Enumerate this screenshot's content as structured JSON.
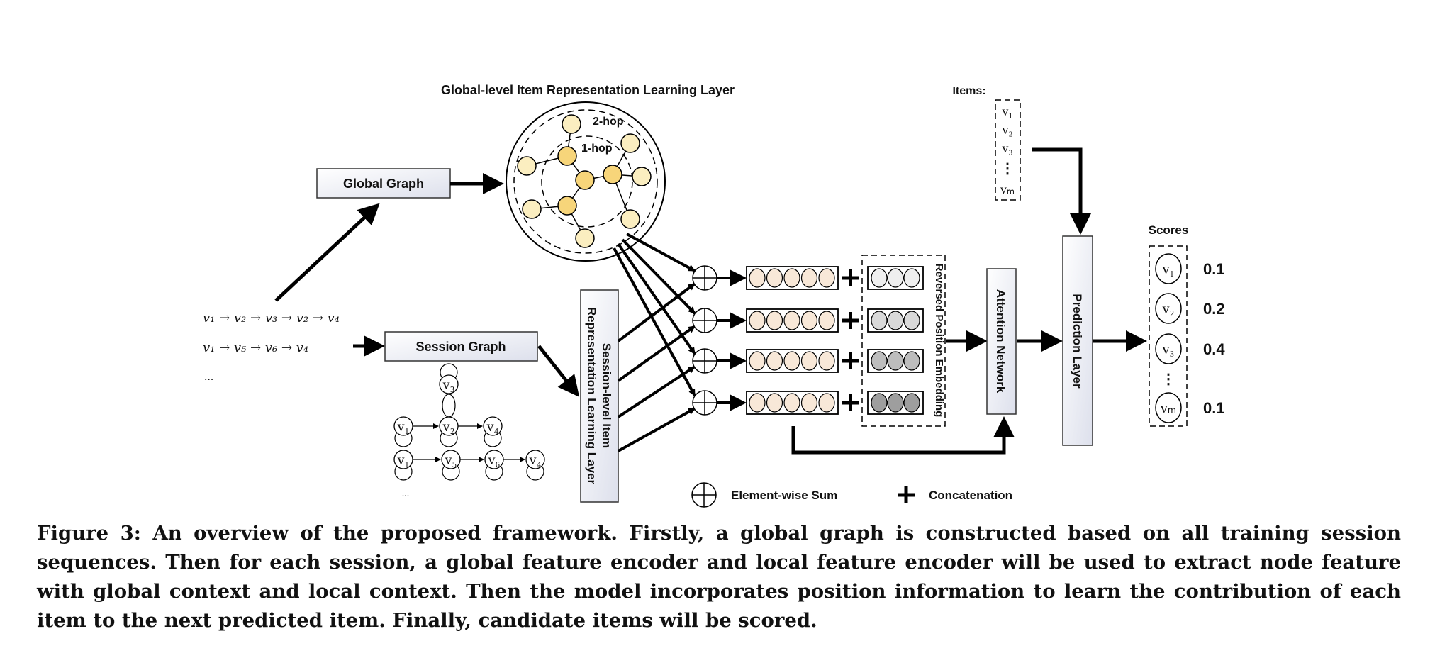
{
  "global_layer": {
    "title": "Global-level Item Representation Learning Layer",
    "hop2": "2-hop",
    "hop1": "1-hop",
    "node_fill_outer": "#fbeec0",
    "node_fill_inner": "#f7d57a"
  },
  "global_graph_label": "Global Graph",
  "session_graph_label": "Session Graph",
  "sequences": [
    "v₁ → v₂ → v₃ → v₂ → v₄",
    "v₁ → v₅ → v₆ → v₄",
    "..."
  ],
  "session_graph_nodes": {
    "top": "v₃",
    "row1": [
      "v₁",
      "v₂",
      "v₄"
    ],
    "row2": [
      "v₁",
      "v₅",
      "v₆",
      "v₄"
    ],
    "more": "..."
  },
  "session_layer": {
    "line1": "Session-level Item",
    "line2": "Representation  Learning Layer"
  },
  "reversed_position_label": "Reversed Position Embedding",
  "feature_fill": "#f8e8d8",
  "position_fills": [
    "#efefef",
    "#d9d9d9",
    "#bdbdbd",
    "#9e9e9e"
  ],
  "attention_label": "Attention Network",
  "prediction_label": "Prediction Layer",
  "items": {
    "label": "Items:",
    "list": [
      "v₁",
      "v₂",
      "v₃",
      "⋮",
      "vₘ"
    ]
  },
  "scores": {
    "label": "Scores",
    "list": [
      {
        "item": "v₁",
        "value": "0.1"
      },
      {
        "item": "v₂",
        "value": "0.2"
      },
      {
        "item": "v₃",
        "value": "0.4"
      },
      {
        "item": "vₘ",
        "value": "0.1"
      }
    ],
    "ellipsis": "⋮"
  },
  "legend": {
    "sum": "Element-wise Sum",
    "concat": "Concatenation"
  },
  "caption": "Figure 3: An overview of the proposed framework. Firstly, a global graph is constructed based on all training session sequences. Then for each session, a global feature encoder and local feature encoder will be used to extract node feature with global context and local context. Then the model incorporates position information to learn the contribution of each item to the next predicted item. Finally, candidate items will be scored."
}
